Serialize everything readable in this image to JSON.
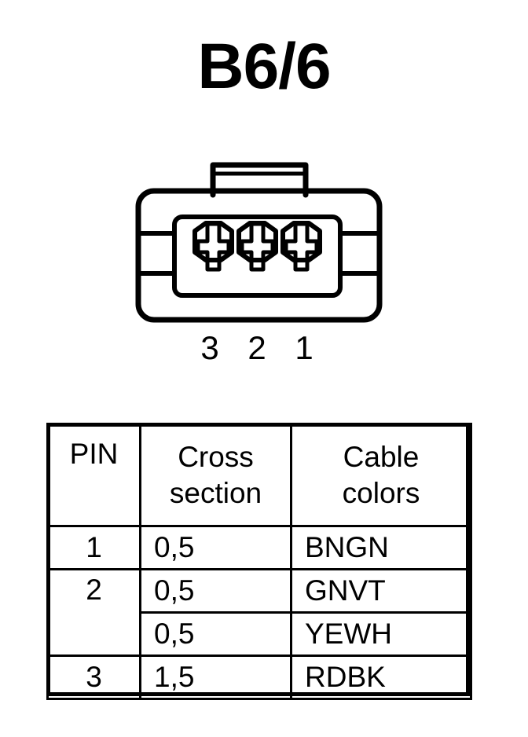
{
  "page": {
    "title": "B6/6",
    "background_color": "#ffffff",
    "line_color": "#000000"
  },
  "connector": {
    "name": "3-way-connector-front-view",
    "cavity_count": 3,
    "cavity_icon": "cross-terminal-icon",
    "latch_icon": "connector-latch-tab",
    "pin_labels": [
      "3",
      "2",
      "1"
    ]
  },
  "table": {
    "headers": {
      "pin": "PIN",
      "cross_section_line1": "Cross",
      "cross_section_line2": "section",
      "cable_colors_line1": "Cable",
      "cable_colors_line2": "colors"
    },
    "rows": [
      {
        "pin": "1",
        "cross_section": "0,5",
        "cable_color": "BNGN"
      },
      {
        "pin": "2",
        "cross_section": "0,5",
        "cable_color": "GNVT"
      },
      {
        "pin": "",
        "cross_section": "0,5",
        "cable_color": "YEWH"
      },
      {
        "pin": "3",
        "cross_section": "1,5",
        "cable_color": "RDBK"
      }
    ]
  }
}
